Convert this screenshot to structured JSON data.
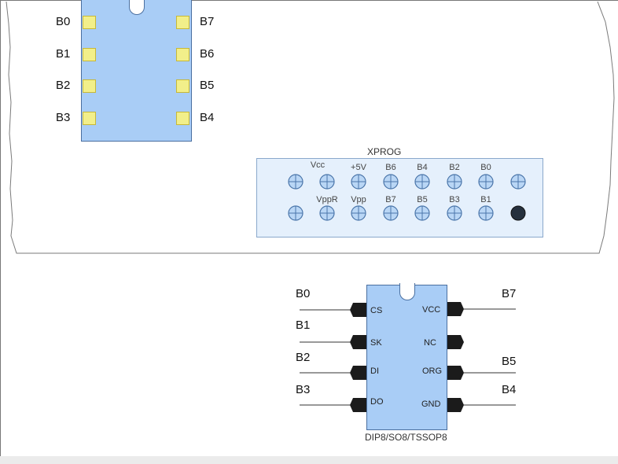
{
  "top_chip": {
    "left_pins": [
      "B0",
      "B1",
      "B2",
      "B3"
    ],
    "right_pins": [
      "B7",
      "B6",
      "B5",
      "B4"
    ]
  },
  "xprog": {
    "title": "XPROG",
    "top_row_labels": [
      "Vcc",
      "+5V",
      "B6",
      "B4",
      "B2",
      "B0"
    ],
    "bottom_row_labels": [
      "VppR",
      "Vpp",
      "B7",
      "B5",
      "B3",
      "B1"
    ]
  },
  "bottom_chip": {
    "left_nets": [
      "B0",
      "B1",
      "B2",
      "B3"
    ],
    "left_pin_names": [
      "CS",
      "SK",
      "DI",
      "DO"
    ],
    "right_nets": [
      "B7",
      "B5",
      "B4"
    ],
    "right_pin_names": [
      "VCC",
      "NC",
      "ORG",
      "GND"
    ],
    "package": "DIP8/SO8/TSSOP8"
  }
}
